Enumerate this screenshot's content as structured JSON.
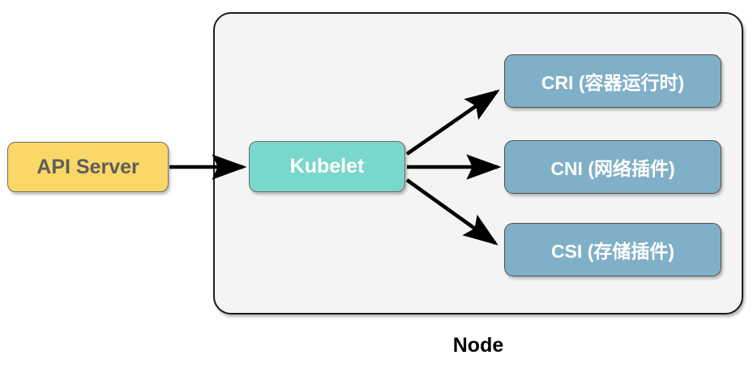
{
  "diagram": {
    "title_label": "Node",
    "nodes": {
      "api_server": {
        "label": "API Server",
        "color": "#fad766",
        "text_color": "#5e5e5e"
      },
      "kubelet": {
        "label": "Kubelet",
        "color": "#7ad7cb",
        "text_color": "#ffffff"
      },
      "cri": {
        "label": "CRI (容器运行时)",
        "color": "#80b0c7",
        "text_color": "#ffffff"
      },
      "cni": {
        "label": "CNI (网络插件)",
        "color": "#80b0c7",
        "text_color": "#ffffff"
      },
      "csi": {
        "label": "CSI (存储插件)",
        "color": "#80b0c7",
        "text_color": "#ffffff"
      }
    },
    "container": {
      "label": "Node",
      "fill": "#f4f4f4",
      "stroke": "#1a1a1a"
    },
    "edges": [
      {
        "from": "api_server",
        "to": "kubelet",
        "label": ""
      },
      {
        "from": "kubelet",
        "to": "cri",
        "label": ""
      },
      {
        "from": "kubelet",
        "to": "cni",
        "label": ""
      },
      {
        "from": "kubelet",
        "to": "csi",
        "label": ""
      }
    ],
    "arrow_color": "#000000",
    "background": "#ffffff"
  }
}
